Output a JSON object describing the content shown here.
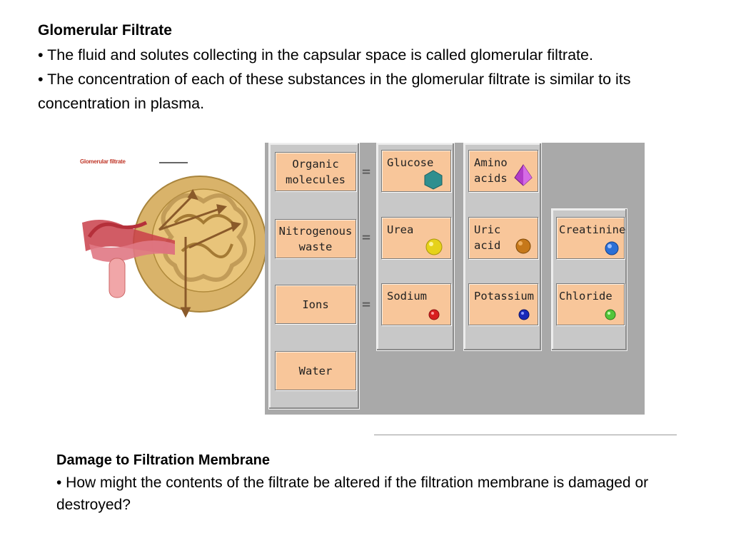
{
  "top": {
    "title": "Glomerular Filtrate",
    "bullet1": "• The fluid and solutes collecting in the capsular space is called glomerular filtrate.",
    "bullet2": "• The concentration of each of these substances in the glomerular filtrate is similar to its concentration in plasma."
  },
  "diagram": {
    "kidney_label": "Glomerular filtrate",
    "categories": [
      "Organic\nmolecules",
      "Nitrogenous\nwaste",
      "Ions",
      "Water"
    ],
    "equals": "=",
    "items": {
      "glucose": "Glucose",
      "amino_acids": "Amino\nacids",
      "urea": "Urea",
      "uric_acid": "Uric\nacid",
      "creatinine": "Creatinine",
      "sodium": "Sodium",
      "potassium": "Potassium",
      "chloride": "Chloride"
    },
    "colors": {
      "glucose": "#2f8f8f",
      "amino_acids": "#b23cc8",
      "urea": "#e6d21a",
      "uric_acid": "#c6781a",
      "creatinine": "#2a6fd6",
      "sodium": "#d81f1f",
      "potassium": "#1a2ab8",
      "chloride": "#53c53a"
    }
  },
  "bottom": {
    "title": "Damage to Filtration Membrane",
    "bullet1": "• How might the contents of the filtrate be altered if the filtration membrane is damaged or destroyed?"
  }
}
